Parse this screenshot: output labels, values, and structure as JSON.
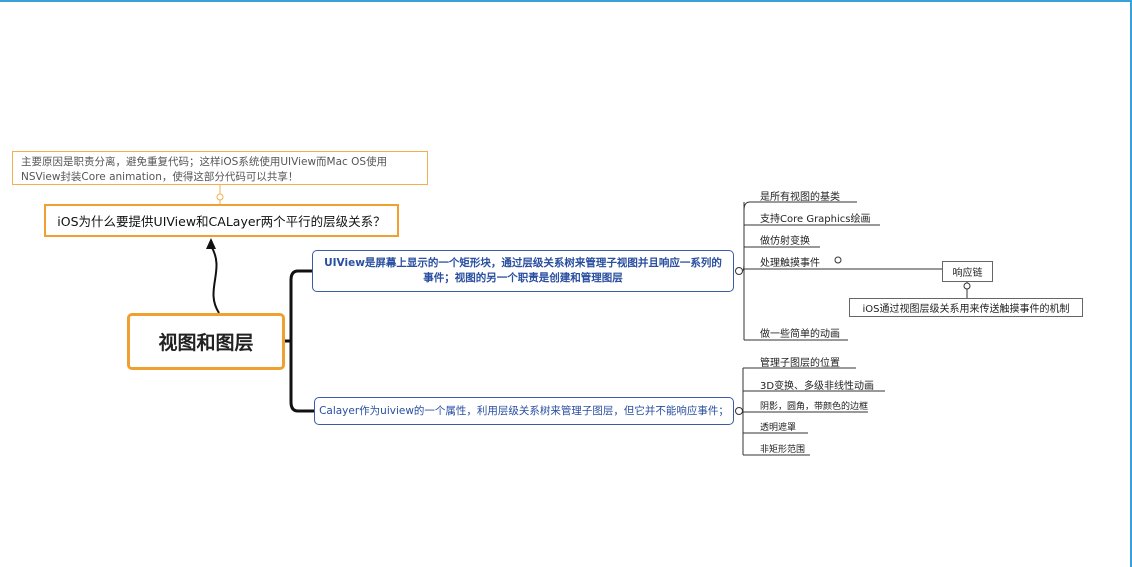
{
  "root": {
    "label": "视图和图层"
  },
  "note": {
    "text": "主要原因是职责分离，避免重复代码；这样iOS系统使用UIView而Mac OS使用NSView封装Core animation，使得这部分代码可以共享！"
  },
  "question": {
    "text": "iOS为什么要提供UIView和CALayer两个平行的层级关系？"
  },
  "branches": [
    {
      "text": "UIView是屏幕上显示的一个矩形块，通过层级关系树来管理子视图并且响应一系列的事件；视图的另一个职责是创建和管理图层",
      "children": [
        "是所有视图的基类",
        "支持Core Graphics绘画",
        "做仿射变换",
        "处理触摸事件",
        "做一些简单的动画"
      ]
    },
    {
      "text": "Calayer作为uiview的一个属性，利用层级关系树来管理子图层，但它并不能响应事件；",
      "children": [
        "管理子图层的位置",
        "3D变换、多级非线性动画",
        "阴影，圆角，带颜色的边框",
        "透明遮罩",
        "非矩形范围"
      ]
    }
  ],
  "touch_chain": {
    "label": "响应链",
    "description": "iOS通过视图层级关系用来传送触摸事件的机制"
  },
  "colors": {
    "root_border": "#f0a030",
    "branch_text": "#2a4fa0",
    "frame": "#3aa0d8"
  }
}
